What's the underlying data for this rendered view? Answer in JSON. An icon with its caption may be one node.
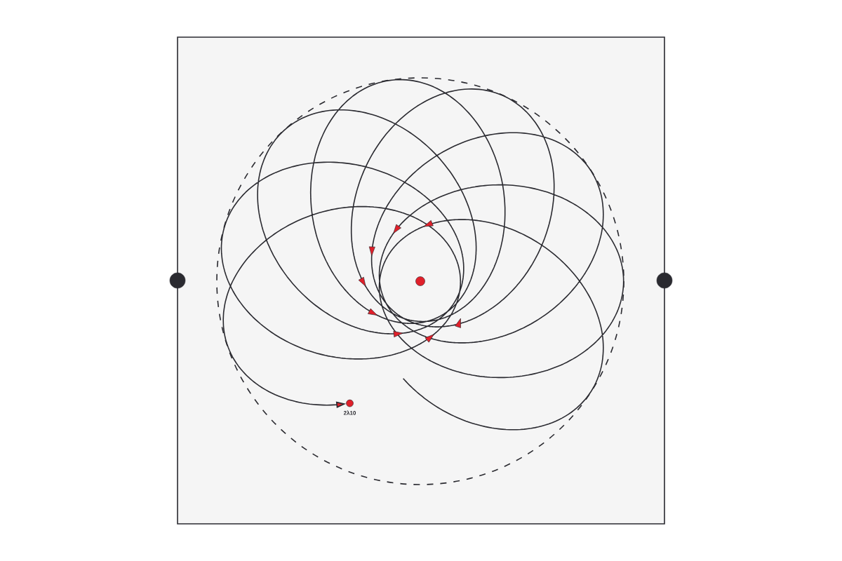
{
  "diagram": {
    "nodes": [
      {
        "text": [],
        "shape": "circle"
      },
      {
        "text": [],
        "shape": "circle"
      },
      {
        "text": [],
        "shape": "circle"
      },
      {
        "text": [],
        "shape": "circle",
        "beside": [
          "2λ10"
        ]
      }
    ],
    "edges": [
      {
        "from": null,
        "to": 3,
        "arrow": "to"
      }
    ]
  }
}
